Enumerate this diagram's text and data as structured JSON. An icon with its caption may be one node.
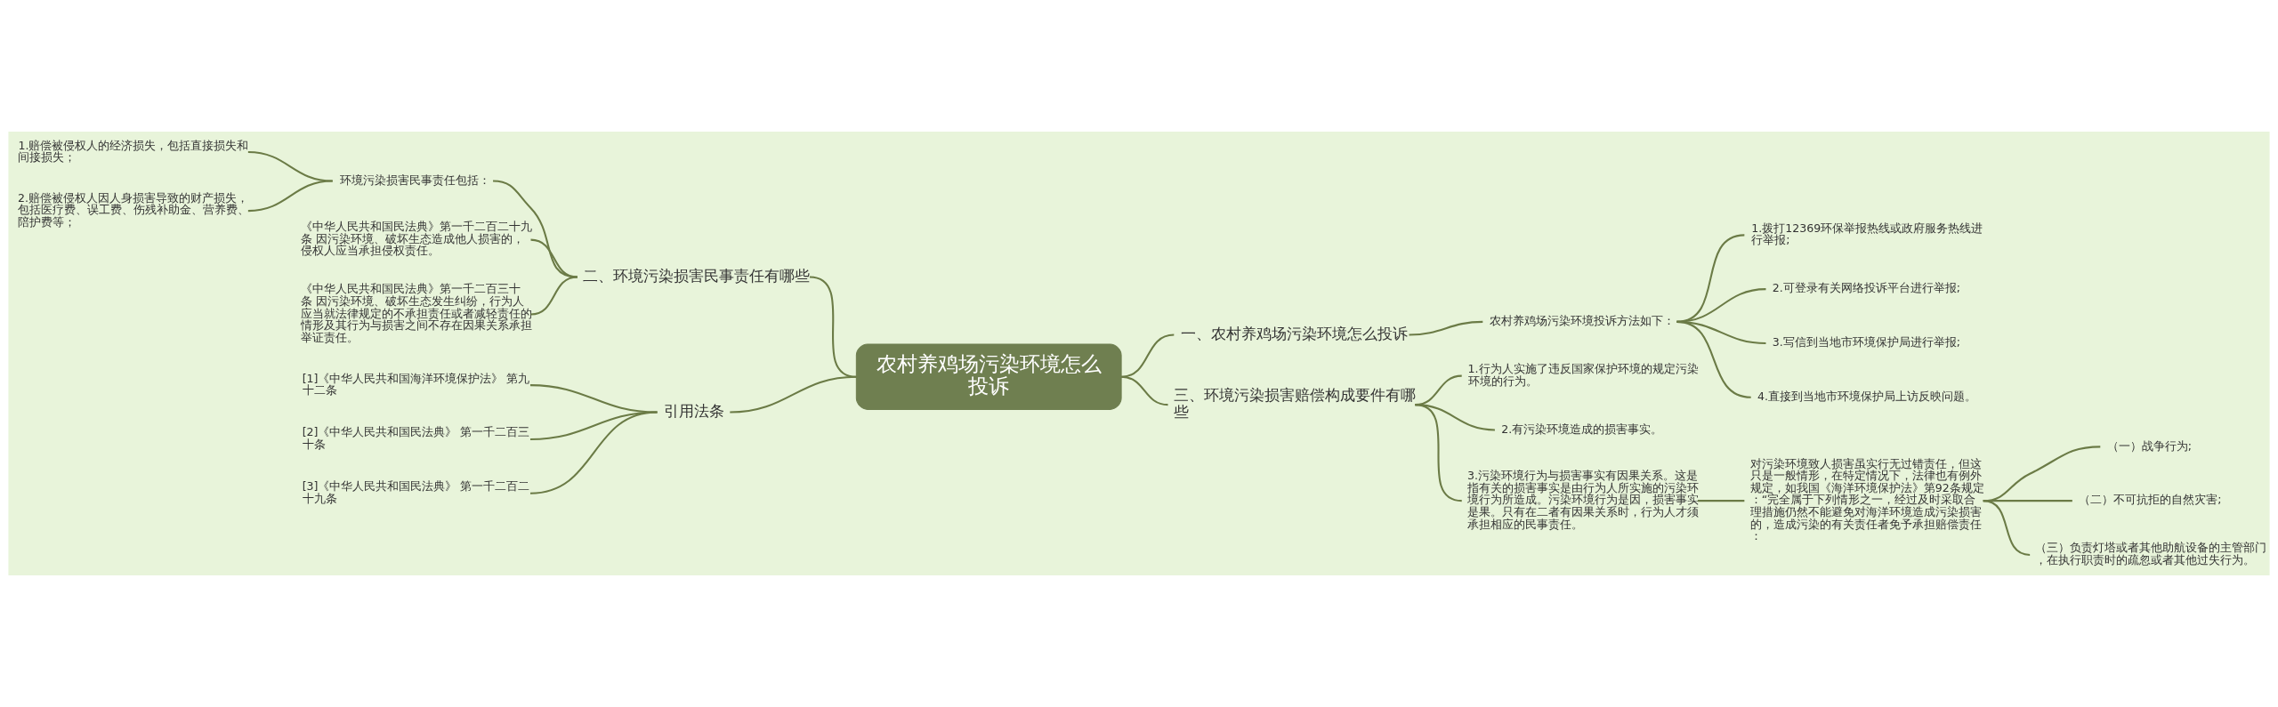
{
  "diagram": {
    "nodes": [
      {
        "text": [
          "农村养鸡场污染环境怎么投诉"
        ]
      },
      {
        "text": [
          "二、环境污染损害民事责任有哪些"
        ]
      },
      {
        "text": [
          "环境污染损害民事责任包括："
        ]
      },
      {
        "text": [
          "1.赔偿被侵权人的经济损失，包括直接损失和间接损失；"
        ]
      },
      {
        "text": [
          "2.赔偿被侵权人因人身损害导致的财产损失，包括医疗费、误工费、伤残补助金、营养费、陪护费等；"
        ]
      },
      {
        "text": [
          "《中华人民共和国民法典》第一千二百二十九条 因污染环境、破坏生态造成他人损害的，侵权人应当承担侵权责任。"
        ]
      },
      {
        "text": [
          "《中华人民共和国民法典》第一千二百三十条 因污染环境、破坏生态发生纠纷，行为人应当就法律规定的不承担责任或者减轻责任的情形及其行为与损害之间不存在因果关系承担举证责任。"
        ]
      },
      {
        "text": [
          "引用法条"
        ]
      },
      {
        "text": [
          "[1]《中华人民共和国海洋环境保护法》 第九十二条"
        ]
      },
      {
        "text": [
          "[2]《中华人民共和国民法典》 第一千二百三十条"
        ]
      },
      {
        "text": [
          "[3]《中华人民共和国民法典》 第一千二百二十九条"
        ]
      },
      {
        "text": [
          "一、农村养鸡场污染环境怎么投诉"
        ]
      },
      {
        "text": [
          "农村养鸡场污染环境投诉方法如下："
        ]
      },
      {
        "text": [
          "1.拨打12369环保举报热线或政府服务热线进行举报;"
        ]
      },
      {
        "text": [
          "2.可登录有关网络投诉平台进行举报;"
        ]
      },
      {
        "text": [
          "3.写信到当地市环境保护局进行举报;"
        ]
      },
      {
        "text": [
          "4.直接到当地市环境保护局上访反映问题。"
        ]
      },
      {
        "text": [
          "三、环境污染损害赔偿构成要件有哪些"
        ]
      },
      {
        "text": [
          "1.行为人实施了违反国家保护环境的规定污染环境的行为。"
        ]
      },
      {
        "text": [
          "2.有污染环境造成的损害事实。"
        ]
      },
      {
        "text": [
          "3.污染环境行为与损害事实有因果关系。这是指有关的损害事实是由行为人所实施的污染环境行为所造成。污染环境行为是因，损害事实是果。只有在二者有因果关系时，行为人才须承担相应的民事责任。"
        ]
      },
      {
        "text": [
          "对污染环境致人损害虽实行无过错责任，但这只是一般情形，在特定情况下，法律也有例外规定，如我国《海洋环境保护法》第92条规定：“完全属于下列情形之一，经过及时采取合理措施仍然不能避免对海洋环境造成污染损害的，造成污染的有关责任者免予承担赔偿责任："
        ]
      },
      {
        "text": [
          "（一）战争行为;"
        ]
      },
      {
        "text": [
          "（二）不可抗拒的自然灾害;"
        ]
      },
      {
        "text": [
          "（三）负责灯塔或者其他助航设备的主管部门，在执行职责时的疏忽或者其他过失行为。"
        ]
      }
    ],
    "edges": [
      {
        "from": 1,
        "to": 0,
        "arrow": "none"
      },
      {
        "from": 2,
        "to": 1,
        "arrow": "none"
      },
      {
        "from": 3,
        "to": 2,
        "arrow": "none"
      },
      {
        "from": 4,
        "to": 2,
        "arrow": "none"
      },
      {
        "from": 5,
        "to": 1,
        "arrow": "none"
      },
      {
        "from": 6,
        "to": 1,
        "arrow": "none"
      },
      {
        "from": 7,
        "to": 0,
        "arrow": "none"
      },
      {
        "from": 8,
        "to": 7,
        "arrow": "none"
      },
      {
        "from": 9,
        "to": 7,
        "arrow": "none"
      },
      {
        "from": 10,
        "to": 7,
        "arrow": "none"
      },
      {
        "from": 0,
        "to": 11,
        "arrow": "none"
      },
      {
        "from": 11,
        "to": 12,
        "arrow": "none"
      },
      {
        "from": 12,
        "to": 13,
        "arrow": "none"
      },
      {
        "from": 12,
        "to": 14,
        "arrow": "none"
      },
      {
        "from": 12,
        "to": 15,
        "arrow": "none"
      },
      {
        "from": 12,
        "to": 16,
        "arrow": "none"
      },
      {
        "from": 0,
        "to": 17,
        "arrow": "none"
      },
      {
        "from": 17,
        "to": 18,
        "arrow": "none"
      },
      {
        "from": 17,
        "to": 19,
        "arrow": "none"
      },
      {
        "from": 17,
        "to": 20,
        "arrow": "none"
      },
      {
        "from": 20,
        "to": 21,
        "arrow": "none"
      },
      {
        "from": 21,
        "to": 22,
        "arrow": "none"
      },
      {
        "from": 21,
        "to": 23,
        "arrow": "none"
      },
      {
        "from": 21,
        "to": 24,
        "arrow": "none"
      }
    ]
  }
}
